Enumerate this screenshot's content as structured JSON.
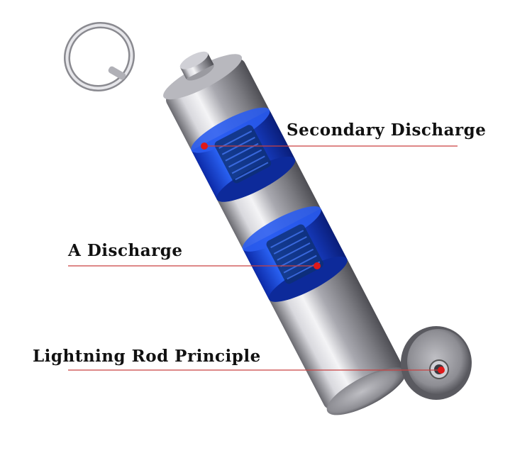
{
  "product": {
    "body_color": "#c8c8cc",
    "window_color": "#1f4fd8",
    "marker_color": "#e01919",
    "leader_line_color": "#c94040"
  },
  "callouts": {
    "secondary_discharge": "Secondary Discharge",
    "a_discharge": "A Discharge",
    "lightning_rod_principle": "Lightning Rod Principle"
  }
}
